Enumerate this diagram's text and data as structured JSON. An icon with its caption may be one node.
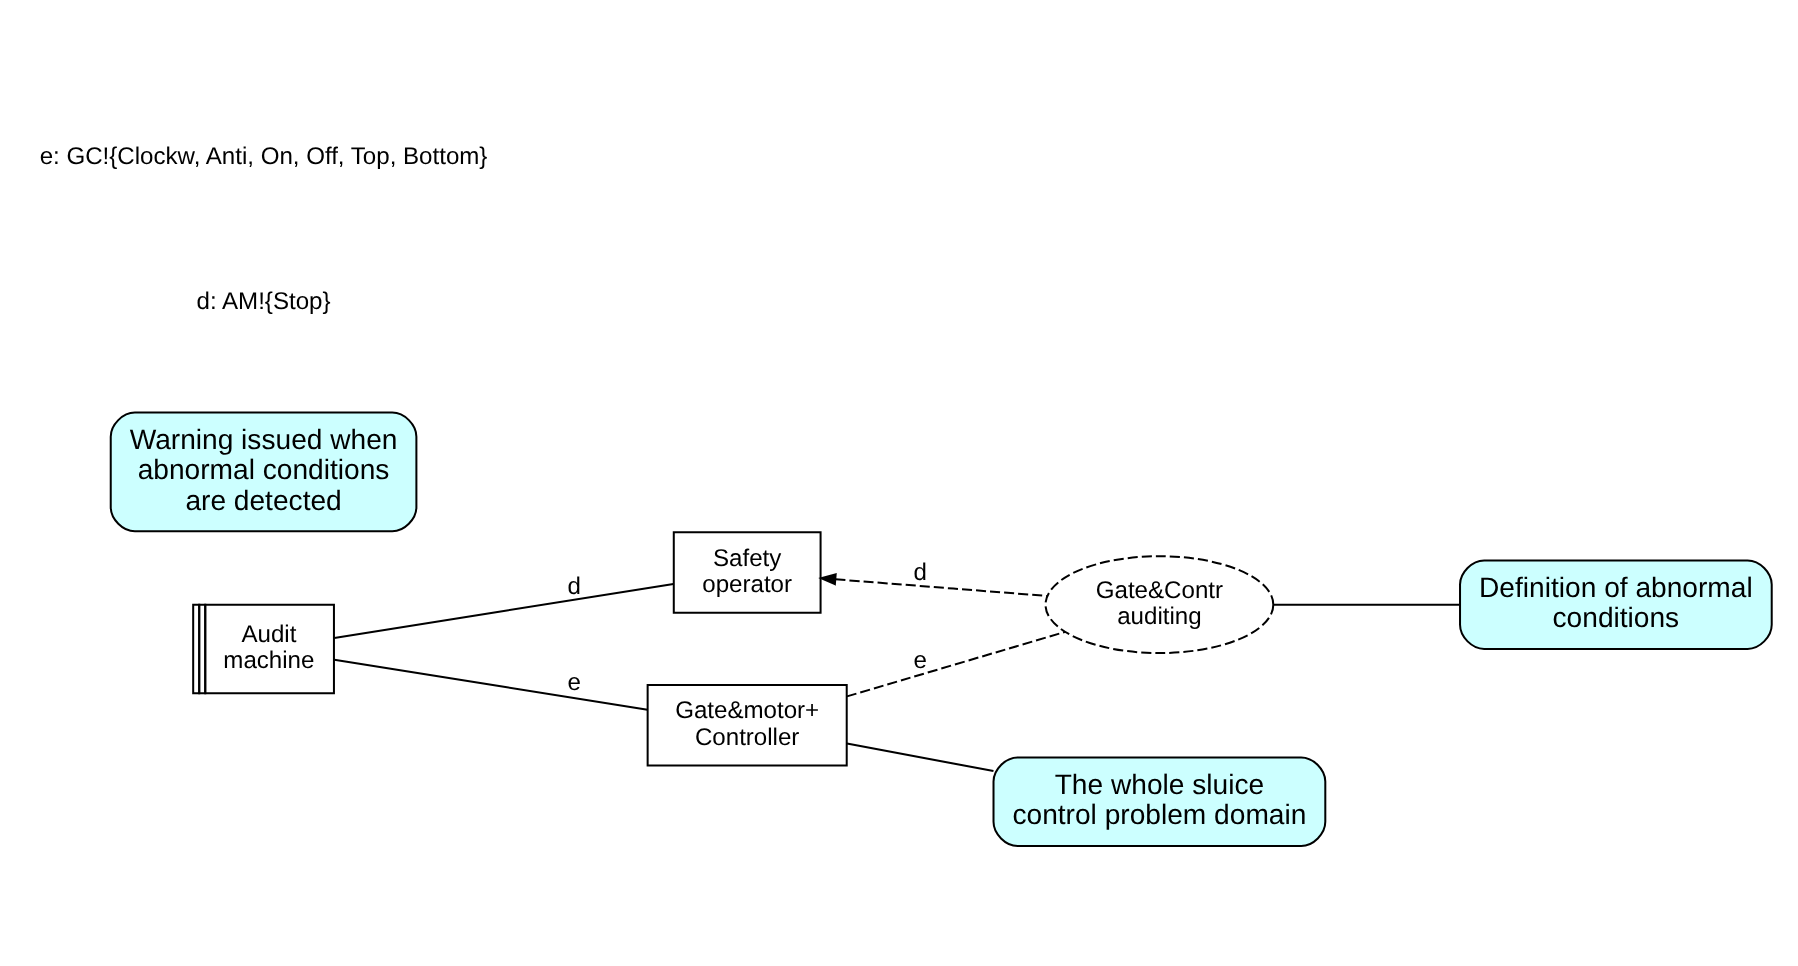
{
  "diagram": {
    "nodes": [
      {
        "text": [
          "Audit machine"
        ]
      },
      {
        "text": [
          "Safety operator"
        ]
      },
      {
        "text": [
          "Gate&motor+ Controller"
        ]
      },
      {
        "text": [
          "Gate&Contr auditing"
        ]
      },
      {
        "text": [
          "Warning issued when abnormal conditions are detected"
        ]
      },
      {
        "text": [
          "Definition of abnormal conditions"
        ]
      },
      {
        "text": [
          "The whole sluice control problem domain"
        ]
      }
    ],
    "edges": [
      {
        "from": 0,
        "to": 1,
        "arrow": "none",
        "label": "d"
      },
      {
        "from": 0,
        "to": 2,
        "arrow": "none",
        "label": "e"
      },
      {
        "from": 3,
        "to": 1,
        "arrow": "to",
        "label": "d",
        "style": "dashed"
      },
      {
        "from": 3,
        "to": 2,
        "arrow": "none",
        "label": "e",
        "style": "dashed"
      },
      {
        "from": 5,
        "to": 3,
        "arrow": "none"
      },
      {
        "from": 6,
        "to": 2,
        "arrow": "none"
      }
    ],
    "labels": [
      "d: AM!{Stop}",
      "e: GC!{Clockw, Anti, On, Off, Top, Bottom}"
    ]
  }
}
